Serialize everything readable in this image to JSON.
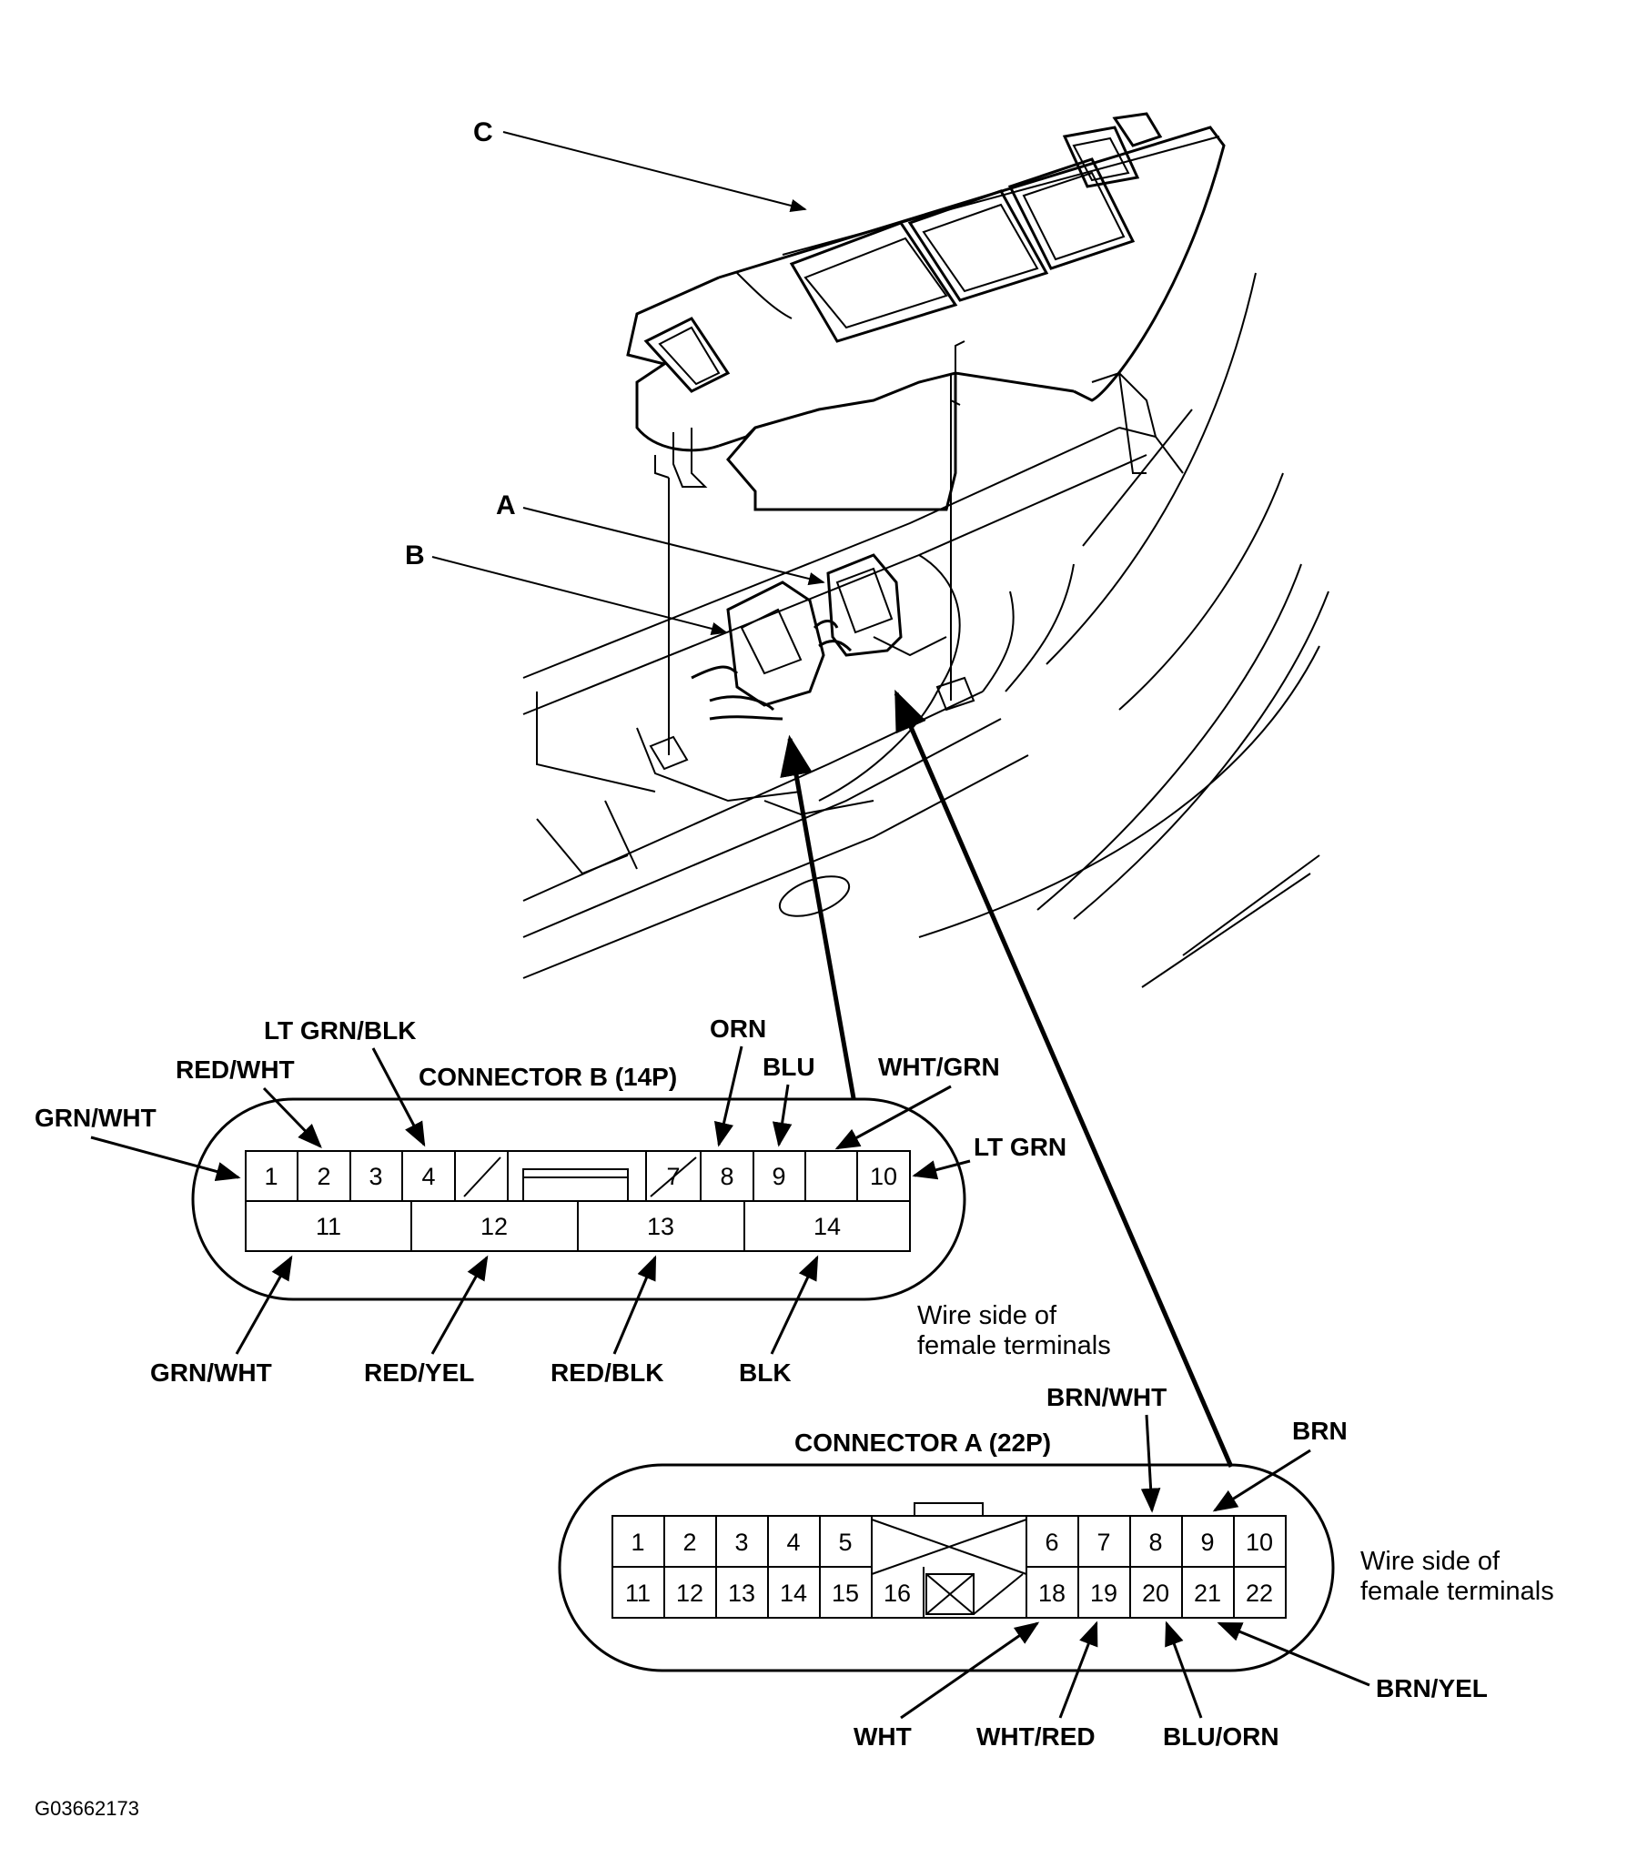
{
  "callouts": {
    "a": "A",
    "b": "B",
    "c": "C"
  },
  "connector_b": {
    "title": "CONNECTOR B (14P)",
    "top_pins": [
      "1",
      "2",
      "3",
      "4",
      "7",
      "8",
      "9",
      "10"
    ],
    "bottom_pins": [
      "11",
      "12",
      "13",
      "14"
    ],
    "wires": {
      "grn_wht_1": "GRN/WHT",
      "red_wht_2": "RED/WHT",
      "lt_grn_blk_4": "LT GRN/BLK",
      "orn_7": "ORN",
      "blu_8": "BLU",
      "wht_grn_9": "WHT/GRN",
      "lt_grn_10": "LT GRN",
      "grn_wht_11": "GRN/WHT",
      "red_yel_12": "RED/YEL",
      "red_blk_13": "RED/BLK",
      "blk_14": "BLK"
    },
    "note_line1": "Wire side of",
    "note_line2": "female terminals"
  },
  "connector_a": {
    "title": "CONNECTOR A (22P)",
    "top_pins": [
      "1",
      "2",
      "3",
      "4",
      "5",
      "6",
      "7",
      "8",
      "9",
      "10"
    ],
    "bottom_pins": [
      "11",
      "12",
      "13",
      "14",
      "15",
      "16",
      "18",
      "19",
      "20",
      "21",
      "22"
    ],
    "wires": {
      "brn_wht_8": "BRN/WHT",
      "brn_9": "BRN",
      "wht_18": "WHT",
      "wht_red_19": "WHT/RED",
      "blu_orn_20": "BLU/ORN",
      "brn_yel_21": "BRN/YEL"
    },
    "note_line1": "Wire side of",
    "note_line2": "female terminals"
  },
  "figure_code": "G03662173"
}
